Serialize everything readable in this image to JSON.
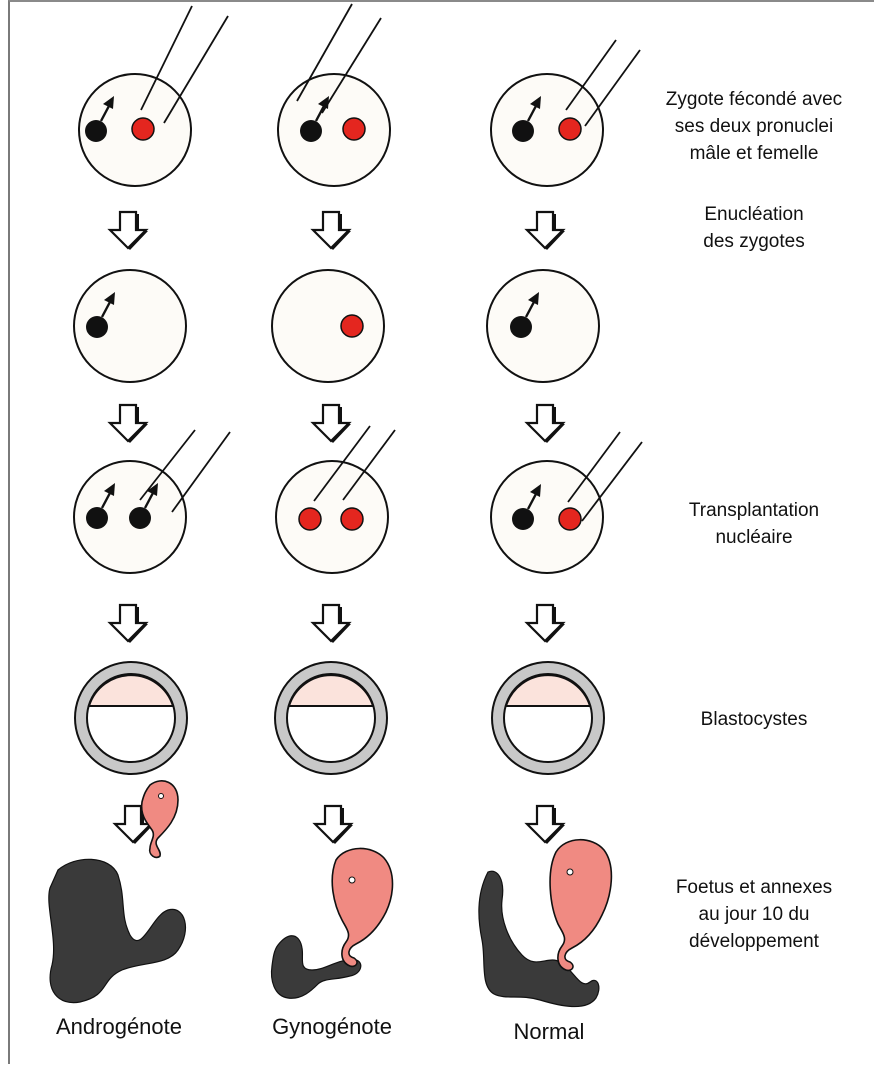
{
  "colors": {
    "male_pronucleus": "#111111",
    "female_pronucleus": "#e4261f",
    "cell_fill": "#fdfbf7",
    "blastocyst_ring": "#c8c8c8",
    "blastocyst_icm": "#fbe3dc",
    "embryo": "#f08a82",
    "annexes": "#3a3a3a"
  },
  "steps": [
    {
      "id": "zygote",
      "label": "Zygote fécondé avec\nses deux pronuclei\nmâle et femelle"
    },
    {
      "id": "enucleation",
      "label": "Enucléation\ndes zygotes"
    },
    {
      "id": "transplantation",
      "label": "Transplantation\nnucléaire"
    },
    {
      "id": "blastocysts",
      "label": "Blastocystes"
    },
    {
      "id": "fetus",
      "label": "Foetus et annexes\nau jour 10 du\ndéveloppement"
    }
  ],
  "columns": [
    {
      "label": "Androgénote"
    },
    {
      "label": "Gynogénote"
    },
    {
      "label": "Normal"
    }
  ],
  "icons": [
    "male-symbol-icon",
    "micropipette-icon",
    "down-arrow-icon"
  ]
}
